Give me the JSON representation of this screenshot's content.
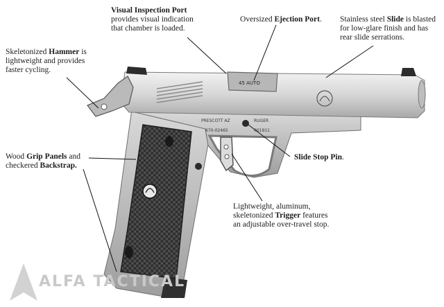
{
  "callouts": {
    "inspection_port": {
      "bold": "Visual Inspection Port",
      "lines": [
        "provides visual indication",
        "that chamber is loaded."
      ]
    },
    "ejection_port": {
      "before": "Oversized ",
      "bold": "Ejection Port",
      "after": "."
    },
    "slide": {
      "before": "Stainless steel ",
      "bold": "Slide",
      "after": " is blasted",
      "lines": [
        "for low-glare finish and has",
        "rear slide serrations."
      ]
    },
    "hammer": {
      "before": "Skeletonized ",
      "bold": "Hammer",
      "after": " is",
      "lines": [
        "lightweight and provides",
        "faster cycling."
      ]
    },
    "grip": {
      "before": "Wood ",
      "bold": "Grip Panels",
      "after": " and",
      "line2_before": "checkered ",
      "line2_bold": "Backstrap."
    },
    "slide_stop": {
      "bold": "Slide Stop Pin",
      "after": "."
    },
    "trigger": {
      "line1": "Lightweight, aluminum,",
      "line2_before": "skeletonized ",
      "line2_bold": "Trigger",
      "line2_after": " features",
      "line3": "an adjustable over-travel stop."
    }
  },
  "engravings": {
    "caliber": "45 AUTO",
    "maker_city": "PRESCOTT AZ",
    "maker": "RUGER",
    "serial": "670-02465",
    "model_no": "001911"
  },
  "watermark": {
    "text": "ALFA TACTICAL"
  },
  "colors": {
    "steel": "#cfcfcf",
    "steel_dark": "#8a8a8a",
    "wood": "#3a3a3a",
    "text": "#1c1c1c",
    "watermark": "#c9c9c9"
  }
}
